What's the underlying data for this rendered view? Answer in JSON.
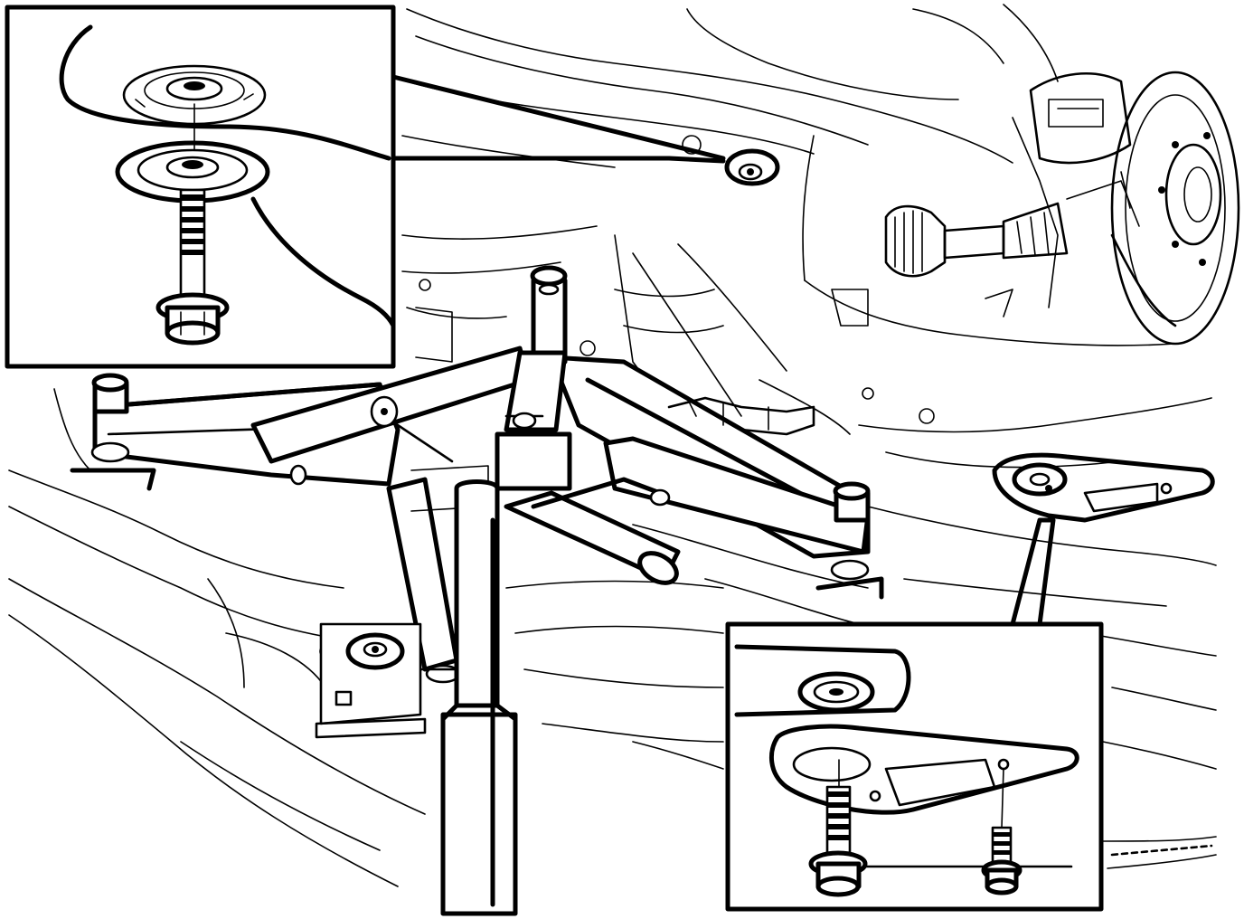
{
  "figure": {
    "style": "black line-art technical illustration",
    "background_color": "#ffffff",
    "line_color": "#000000"
  },
  "parts": {
    "subframe": "subframe-assembly",
    "support": "transmission-jack-column",
    "hub": "wheel-hub-and-brake-disc",
    "driveshaft": "drive-shaft-with-boot"
  },
  "details": [
    {
      "id": "detail-top-left",
      "shows": [
        "flange-washer",
        "rubber-bushing",
        "mounting-bolt"
      ]
    },
    {
      "id": "detail-bottom-right",
      "shows": [
        "subframe-bushing",
        "mounting-bracket",
        "mounting-bolt",
        "bracket-bolt"
      ]
    }
  ]
}
